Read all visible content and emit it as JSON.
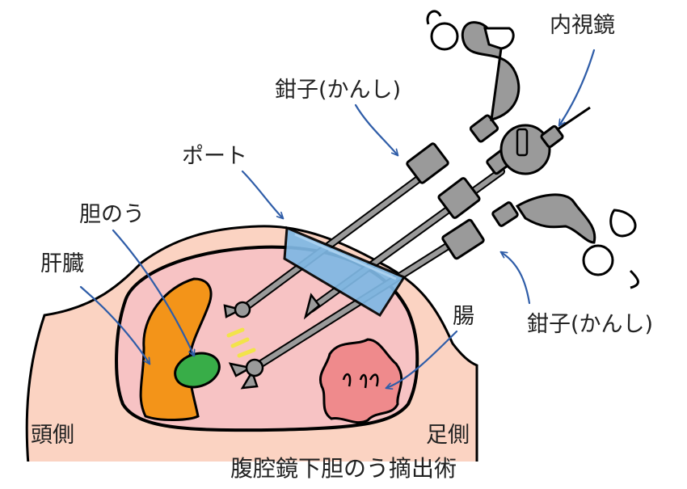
{
  "labels": {
    "endoscope": "内視鏡",
    "forceps_top": "鉗子(かんし)",
    "port": "ポート",
    "gallbladder": "胆のう",
    "liver": "肝臓",
    "intestine": "腸",
    "forceps_right": "鉗子(かんし)",
    "head_side": "頭側",
    "foot_side": "足側"
  },
  "caption": "腹腔鏡下胆のう摘出術",
  "colors": {
    "skin": "#fbd3c2",
    "cavity": "#f7c3c4",
    "liver": "#f39419",
    "gallbladder": "#38ad48",
    "intestine": "#ef8a8c",
    "port": "#7fb8e4",
    "instrument": "#9a9a9a",
    "arrow": "#2f5da8",
    "spark": "#f2e34a"
  }
}
